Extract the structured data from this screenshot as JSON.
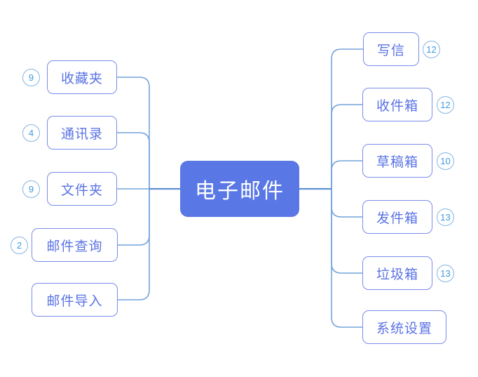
{
  "map": {
    "central": {
      "label": "电子邮件"
    },
    "left_topics": [
      {
        "label": "收藏夹",
        "badge": "9"
      },
      {
        "label": "通讯录",
        "badge": "4"
      },
      {
        "label": "文件夹",
        "badge": "9"
      },
      {
        "label": "邮件查询",
        "badge": "2"
      },
      {
        "label": "邮件导入"
      }
    ],
    "right_topics": [
      {
        "label": "写信",
        "badge": "12"
      },
      {
        "label": "收件箱",
        "badge": "12"
      },
      {
        "label": "草稿箱",
        "badge": "10"
      },
      {
        "label": "发件箱",
        "badge": "13"
      },
      {
        "label": "垃圾箱",
        "badge": "13"
      },
      {
        "label": "系统设置"
      }
    ],
    "colors": {
      "background": "#ffffff",
      "central_fill": "#5a78e5",
      "central_text": "#ffffff",
      "branch_border": "#7b8cea",
      "branch_text": "#5a73e4",
      "badge_border": "#85b4e4",
      "badge_text": "#3e9bdc",
      "connector_branch": "#74a4dc",
      "connector_main": "#5b90d2"
    }
  }
}
